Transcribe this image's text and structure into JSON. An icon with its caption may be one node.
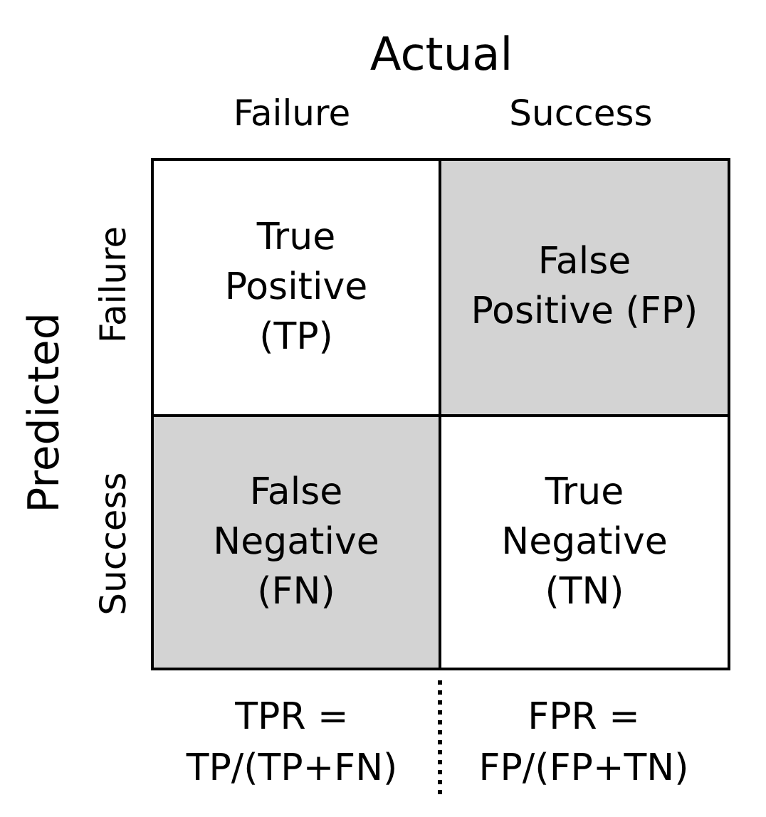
{
  "diagram": {
    "labels": [
      "Actual",
      "Failure",
      "Success",
      "Predicted",
      "Failure",
      "Success",
      "True Positive (TP)",
      "False Positive (FP)",
      "False Negative (FN)",
      "True Negative (TN)",
      "TPR = TP/(TP+FN)",
      "FPR = FP/(FP+TN)"
    ]
  }
}
